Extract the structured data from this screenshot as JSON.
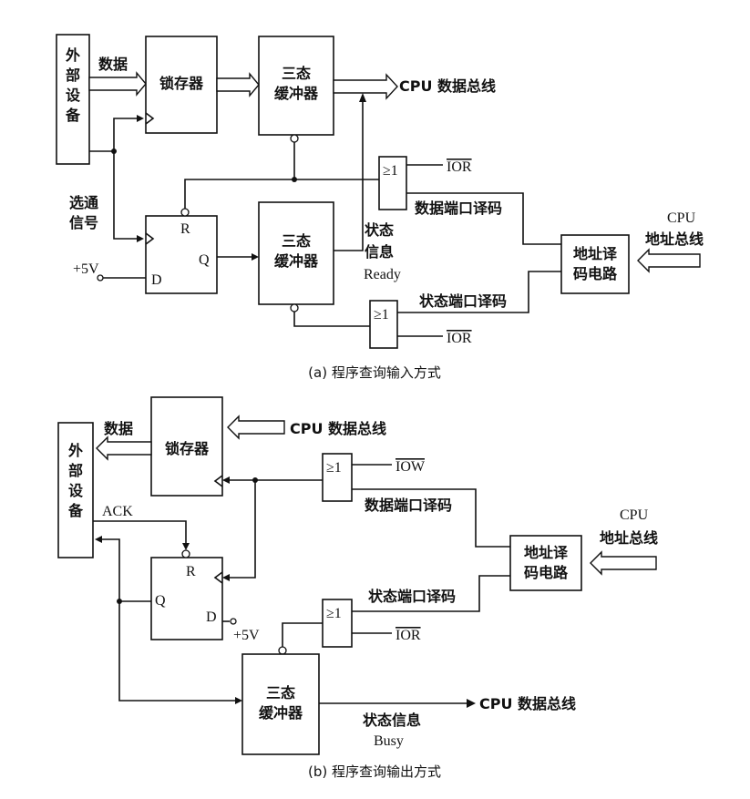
{
  "diagram_a": {
    "device_label": "外部设备",
    "data_label": "数据",
    "latch_label": "锁存器",
    "buffer_label": "三态缓冲器",
    "cpu_data_bus": "CPU 数据总线",
    "strobe_label": "选通信号",
    "r_label": "R",
    "q_label": "Q",
    "d_label": "D",
    "plus5v": "+5V",
    "status_info": "状态信息",
    "ready": "Ready",
    "or_label": "≥1",
    "ior": "IOR",
    "data_port_decode": "数据端口译码",
    "status_port_decode": "状态端口译码",
    "addr_decoder": "地址译码电路",
    "cpu": "CPU",
    "addr_bus": "地址总线",
    "caption": "(a) 程序查询输入方式"
  },
  "diagram_b": {
    "device_label": "外部设备",
    "data_label": "数据",
    "latch_label": "锁存器",
    "cpu_data_bus": "CPU 数据总线",
    "ack": "ACK",
    "r_label": "R",
    "q_label": "Q",
    "d_label": "D",
    "plus5v": "+5V",
    "or_label": "≥1",
    "iow": "IOW",
    "ior": "IOR",
    "data_port_decode": "数据端口译码",
    "status_port_decode": "状态端口译码",
    "addr_decoder": "地址译码电路",
    "cpu": "CPU",
    "addr_bus": "地址总线",
    "buffer_label": "三态缓冲器",
    "status_info": "状态信息",
    "busy": "Busy",
    "caption": "(b) 程序查询输出方式"
  }
}
